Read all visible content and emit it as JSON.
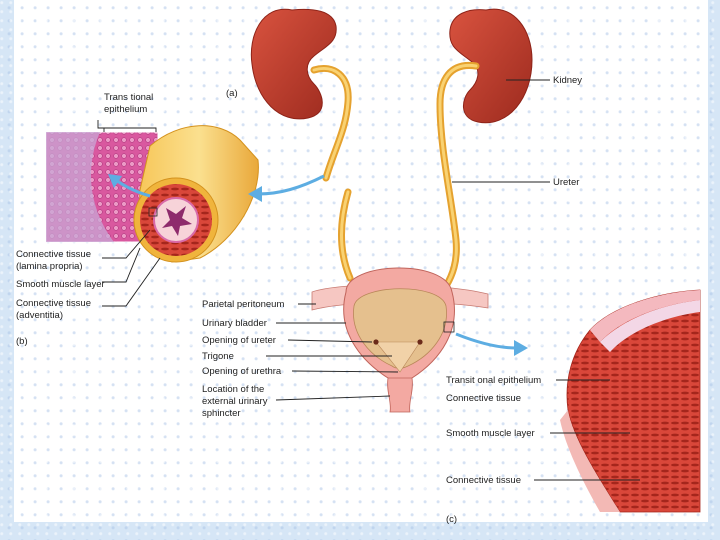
{
  "panels": {
    "a": "(a)",
    "b": "(b)",
    "c": "(c)"
  },
  "labels": {
    "kidney": "Kidney",
    "ureter": "Ureter",
    "transitional_epithelium_line1": "Trans tional",
    "transitional_epithelium_line2": "epithelium",
    "connective_lamina_line1": "Connective tissue",
    "connective_lamina_line2": "(lamina propria)",
    "smooth_muscle_b": "Smooth muscle layer",
    "connective_advent_line1": "Connective tissue",
    "connective_advent_line2": "(adventitia)",
    "parietal_peritoneum": "Parietal peritoneum",
    "urinary_bladder": "Urinary bladder",
    "opening_of_ureter": "Opening of ureter",
    "trigone": "Trigone",
    "opening_of_urethra": "Opening of urethra",
    "sphincter_line1": "Location of the",
    "sphincter_line2": "external urinary",
    "sphincter_line3": "sphincter",
    "transitional_epithelium_c": "Transit onal epithelium",
    "connective_tissue_c1": "Connective tissue",
    "smooth_muscle_c": "Smooth muscle layer",
    "connective_tissue_c2": "Connective tissue"
  },
  "colors": {
    "kidney": "#c0392b",
    "ureter": "#f0b43c",
    "bladder": "#f3b6b0",
    "arrow": "#5dade2",
    "epithelium": "#d96aa8",
    "muscle": "#c0392b"
  }
}
